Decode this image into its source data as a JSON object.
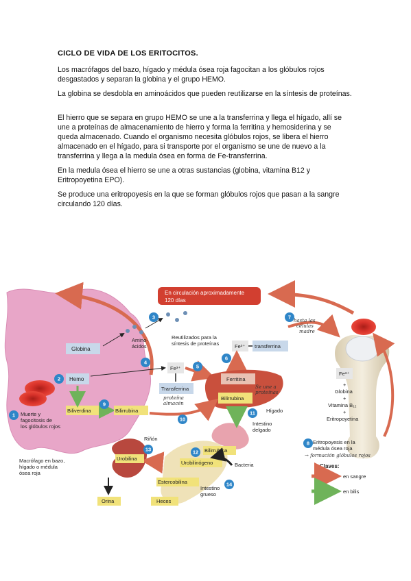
{
  "document": {
    "title": "CICLO DE  VIDA DE LOS ERITOCITOS.",
    "paragraphs": [
      "Los macrófagos del bazo, hígado y médula ósea roja fagocitan a los glóbulos rojos desgastados y separan la globina y el grupo HEMO.",
      "La globina se desdobla en aminoácidos que pueden reutilizarse en la síntesis de proteínas.",
      "El hierro que se separa en grupo HEMO se une a la transferrina y llega el hígado, allí se une a proteínas de almacenamiento de hierro y forma la ferritina y hemosiderina y se queda almacenado. Cuando el organismo necesita glóbulos rojos, se libera el hierro almacenado en el hígado, para si transporte por el organismo se une de nuevo a la transferrina y llega a la medula ósea en forma de Fe-transferrina.",
      "En la medula ósea el hierro se une a otras sustancias (globina, vitamina B12 y Eritropoyetina EPO).",
      "Se produce una eritropoyesis en la que se forman glóbulos rojos que pasan a la sangre circulando 120 días."
    ]
  },
  "figure": {
    "circulation_banner": [
      "En circulación aproximadamente",
      "120 días"
    ],
    "steps": [
      "1",
      "2",
      "3",
      "4",
      "5",
      "6",
      "7",
      "8",
      "9",
      "10",
      "11",
      "12",
      "13",
      "14"
    ],
    "labels": {
      "globina": "Globina",
      "hemo": "Hemo",
      "amino": [
        "Amino-",
        "ácidos"
      ],
      "reutilizados": [
        "Reutilizados para la",
        "síntesis de proteínas"
      ],
      "fe3_top": "Fe³⁺",
      "transferrina_top": "transferrina",
      "fe3_mid": "Fe³⁺",
      "transferrina_mid": "Transferrina",
      "ferritina": "Ferritina",
      "bilirrubina_liver": "Bilirrubina",
      "higado": "Hígado",
      "biliverdina": "Biliverdina",
      "bilirrubina_blood": "Bilirrubina",
      "muerte": [
        "Muerte y",
        "fagocitosis de",
        "los glóbulos rojos"
      ],
      "macrofago": [
        "Macrófago en bazo,",
        "hígado o médula",
        "ósea roja"
      ],
      "intestino_delgado": [
        "Intestino",
        "delgado"
      ],
      "bilirrubina_int": "Bilirrubina",
      "urobilinogeno": "Urobilinógeno",
      "bacteria": "Bacteria",
      "estercobilina": "Estercobilina",
      "intestino_grueso": [
        "Intestino",
        "grueso"
      ],
      "heces": "Heces",
      "rinon": "Riñón",
      "urobilina": "Urobilina",
      "orina": "Orina",
      "fe3_bone": "Fe³⁺",
      "bone_list": [
        "+",
        "Globina",
        "+",
        "Vitamina B₁₂",
        "+",
        "Eritropoyetina"
      ],
      "eritropoyesis": [
        "Eritropoyesis en la",
        "médula ósea roja"
      ],
      "claves": "Claves:",
      "en_sangre": "en sangre",
      "en_bilis": "en bilis"
    },
    "handwritten": {
      "near7": [
        "hasta las",
        "células",
        "madre"
      ],
      "liver": [
        "Se une a",
        "proteínas"
      ],
      "transferrina_note": [
        "proteína",
        "almacén"
      ],
      "eritro_note": "→ formación glóbulos rojos"
    },
    "colors": {
      "macrophage": "#e8a6c8",
      "rbc": "#d8322a",
      "arrow_blood": "#d86a50",
      "arrow_bile": "#6fb35a",
      "liver": "#c9503d",
      "box_blue": "#c8d8ea",
      "box_yellow": "#f1e27a",
      "step_circle": "#2f86c8",
      "banner": "#d23f30"
    }
  }
}
